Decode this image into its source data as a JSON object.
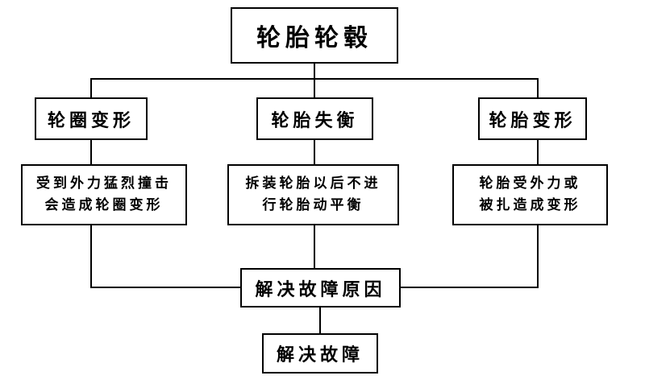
{
  "title": "轮胎轮毂",
  "categories": {
    "rim": "轮圈变形",
    "balance": "轮胎失衡",
    "tire": "轮胎变形"
  },
  "descriptions": {
    "rim": [
      "受到外力猛烈撞击",
      "会造成轮圈变形"
    ],
    "balance": [
      "拆装轮胎以后不进",
      "行轮胎动平衡"
    ],
    "tire": [
      "轮胎受外力或",
      "被扎造成变形"
    ]
  },
  "resolve": {
    "cause": "解决故障原因",
    "fix": "解决故障"
  }
}
